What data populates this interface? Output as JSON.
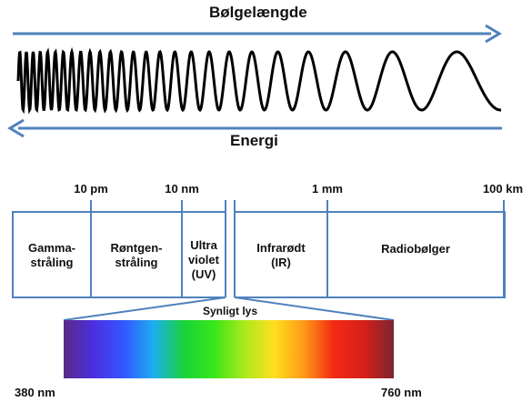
{
  "wave": {
    "top_label": "Bølgelængde",
    "bottom_label": "Energi",
    "arrow_color": "#4f81bd",
    "wave_color": "#000000"
  },
  "spectrum": {
    "scale_labels": [
      "10 pm",
      "10 nm",
      "1 mm",
      "100 km"
    ],
    "regions": [
      {
        "line1": "Gamma-",
        "line2": "stråling"
      },
      {
        "line1": "Røntgen-",
        "line2": "stråling"
      },
      {
        "line1": "Ultra",
        "line2": "violet",
        "line3": "(UV)"
      },
      {
        "line1": "Infrarødt",
        "line2": "(IR)"
      },
      {
        "line1": "Radiobølger"
      }
    ],
    "border_color": "#4f81bd"
  },
  "visible": {
    "title": "Synligt lys",
    "min_label": "380 nm",
    "max_label": "760 nm",
    "gradient_colors": [
      "#5a2a86",
      "#4b2fe0",
      "#3356ff",
      "#1eaef0",
      "#19d23a",
      "#37e61a",
      "#a9e81b",
      "#ffe020",
      "#ff9a18",
      "#f22a14",
      "#d71f1a",
      "#7a2630"
    ]
  }
}
